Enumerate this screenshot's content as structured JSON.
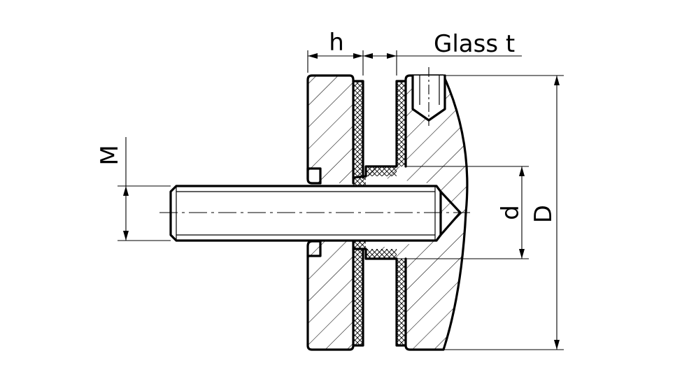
{
  "labels": {
    "h": "h",
    "glass_t": "Glass t",
    "M": "M",
    "d": "d",
    "D": "D"
  },
  "colors": {
    "line": "#000000",
    "background": "#ffffff"
  }
}
